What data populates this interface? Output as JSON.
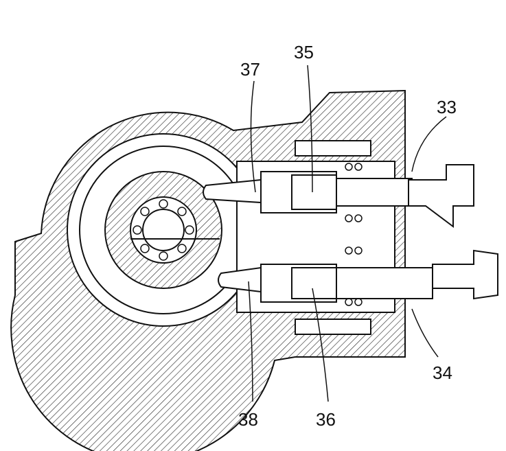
{
  "figure": {
    "labels": {
      "l33": "33",
      "l34": "34",
      "l35": "35",
      "l36": "36",
      "l37": "37",
      "l38": "38"
    }
  }
}
